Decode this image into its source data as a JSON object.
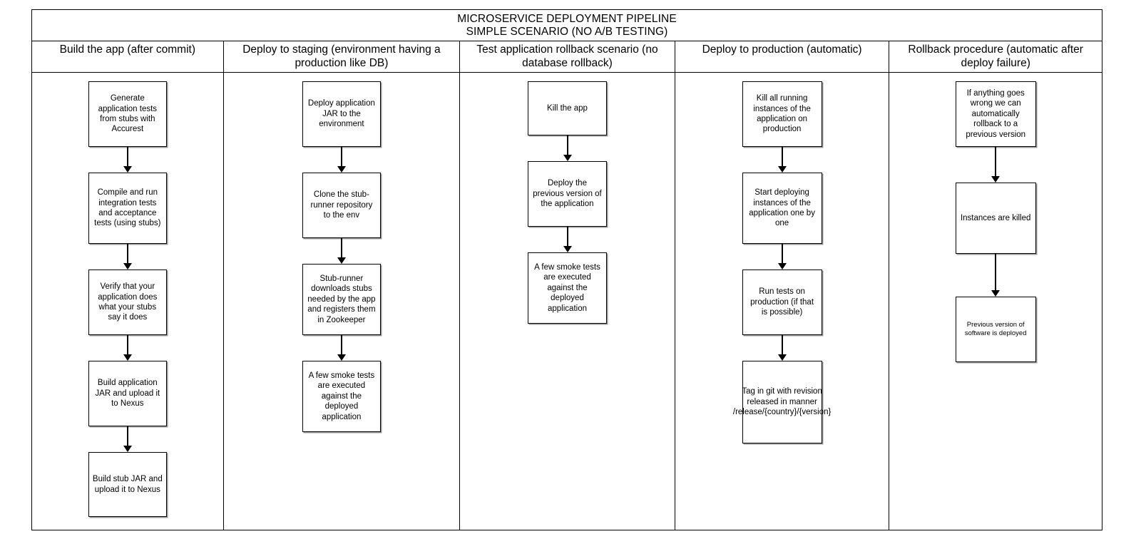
{
  "diagram": {
    "title": {
      "line1": "MICROSERVICE DEPLOYMENT PIPELINE",
      "line2": "SIMPLE SCENARIO (NO A/B TESTING)"
    },
    "columns": [
      {
        "header": "Build the app (after commit)",
        "nodes": [
          {
            "text": "Generate application tests from stubs with Accurest",
            "height": 92
          },
          {
            "text": "Compile and run integration tests and acceptance tests (using stubs)",
            "height": 100
          },
          {
            "text": "Verify that your application does what your stubs say it does",
            "height": 92
          },
          {
            "text": "Build application JAR and upload it to Nexus",
            "height": 92
          },
          {
            "text": "Build stub JAR and upload it to Nexus",
            "height": 91
          }
        ]
      },
      {
        "header": "Deploy to staging (environment having a production like DB)",
        "nodes": [
          {
            "text": "Deploy application JAR to the environment",
            "height": 92
          },
          {
            "text": "Clone the stub-runner repository to the env",
            "height": 92
          },
          {
            "text": "Stub-runner downloads stubs needed by the app and registers them in Zookeeper",
            "height": 100
          },
          {
            "text": "A few smoke tests are executed against the deployed application",
            "height": 100
          }
        ]
      },
      {
        "header": "Test application rollback scenario (no database rollback)",
        "nodes": [
          {
            "text": "Kill the app",
            "height": 76
          },
          {
            "text": "Deploy the previous version of the application",
            "height": 92
          },
          {
            "text": "A few smoke tests are executed against the deployed application",
            "height": 100
          }
        ]
      },
      {
        "header": "Deploy to production (automatic)",
        "nodes": [
          {
            "text": "Kill all running instances of the application on production",
            "height": 92
          },
          {
            "text": "Start deploying instances of the application one by one",
            "height": 100
          },
          {
            "text": "Run tests on production (if that is possible)",
            "height": 92
          },
          {
            "text": "Tag in git with revision released in manner /release/{country}/{version}",
            "height": 116
          }
        ]
      },
      {
        "header": "Rollback procedure (automatic after deploy failure)",
        "nodes": [
          {
            "text": "If anything goes wrong we can automatically rollback to a previous version",
            "height": 92
          },
          {
            "text": "Instances are killed",
            "height": 100
          },
          {
            "text": "Previous version of software is deployed",
            "height": 92,
            "small": true
          }
        ]
      }
    ],
    "connectors": {
      "columns": [
        [
          36,
          36,
          36,
          36
        ],
        [
          36,
          36,
          36
        ],
        [
          36,
          36
        ],
        [
          36,
          36,
          36
        ],
        [
          50,
          60
        ]
      ]
    },
    "colors": {
      "stroke": "#000000",
      "background": "#ffffff",
      "shadow": "#9a9a9a"
    }
  }
}
